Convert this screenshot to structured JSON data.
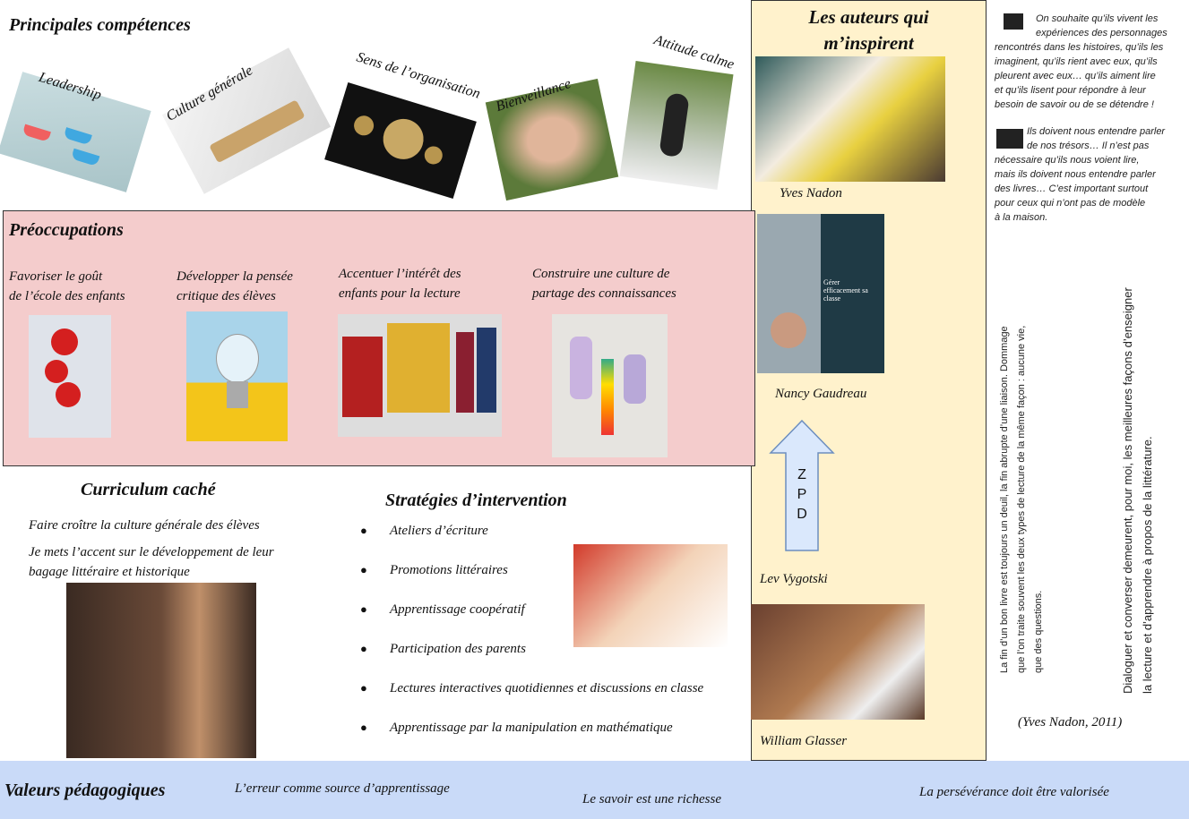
{
  "competences": {
    "title": "Principales compétences",
    "items": [
      "Leadership",
      "Culture générale",
      "Sens de l’organisation",
      "Bienveillance",
      "Attitude calme"
    ]
  },
  "preoccupations": {
    "title": "Préoccupations",
    "items": [
      [
        "Favoriser le goût",
        "de l’école des enfants"
      ],
      [
        "Développer la pensée",
        "critique des élèves"
      ],
      [
        "Accentuer l’intérêt des",
        "enfants pour la lecture"
      ],
      [
        "Construire une culture de",
        "partage des connaissances"
      ]
    ]
  },
  "curriculum": {
    "title": "Curriculum caché",
    "line1": "Faire croître la culture générale des élèves",
    "line2a": "Je mets l’accent sur le développement de leur",
    "line2b": "bagage littéraire et historique"
  },
  "strategies": {
    "title": "Stratégies d’intervention",
    "items": [
      "Ateliers d’écriture",
      "Promotions littéraires",
      "Apprentissage coopératif",
      "Participation des parents",
      "Lectures interactives quotidiennes et discussions en classe",
      "Apprentissage par la manipulation en mathématique"
    ]
  },
  "auteurs": {
    "title1": "Les auteurs qui",
    "title2": "m’inspirent",
    "names": [
      "Yves Nadon",
      "Nancy Gaudreau",
      "Lev Vygotski",
      "William Glasser"
    ],
    "book_title": "Gérer efficacement sa classe",
    "arrow_label": [
      "Z",
      "P",
      "D"
    ]
  },
  "quotes": {
    "q1": [
      "On souhaite qu’ils vivent les",
      "expériences des personnages",
      "rencontrés dans les histoires, qu’ils les",
      "imaginent, qu’ils rient avec eux, qu’ils",
      "pleurent avec eux… qu’ils aiment lire",
      "et qu’ils lisent pour répondre à leur",
      "besoin de savoir ou de se détendre !"
    ],
    "q2": [
      "Ils doivent nous entendre parler",
      "de nos trésors… Il n’est pas",
      "nécessaire qu’ils nous voient lire,",
      "mais ils doivent nous entendre parler",
      "des livres… C’est important surtout",
      "pour ceux qui n’ont pas de modèle",
      "à la maison."
    ],
    "v1": [
      "La fin d’un bon livre est toujours un deuil, la fin abrupte d’une liaison. Dommage",
      "que l’on traite souvent les deux types de lecture de la même façon : aucune vie,",
      "que des questions."
    ],
    "v2": [
      "Dialoguer et converser demeurent, pour moi, les meilleures façons d’enseigner",
      "la lecture et d’apprendre à propos de la littérature."
    ],
    "citation": "(Yves Nadon, 2011)"
  },
  "valeurs": {
    "title": "Valeurs pédagogiques",
    "items": [
      "L’erreur comme source d’apprentissage",
      "Le savoir est une richesse",
      "La persévérance doit être valorisée"
    ]
  },
  "colors": {
    "pink": "#f4cccc",
    "yellow": "#fff2cc",
    "blue": "#c9daf8"
  }
}
